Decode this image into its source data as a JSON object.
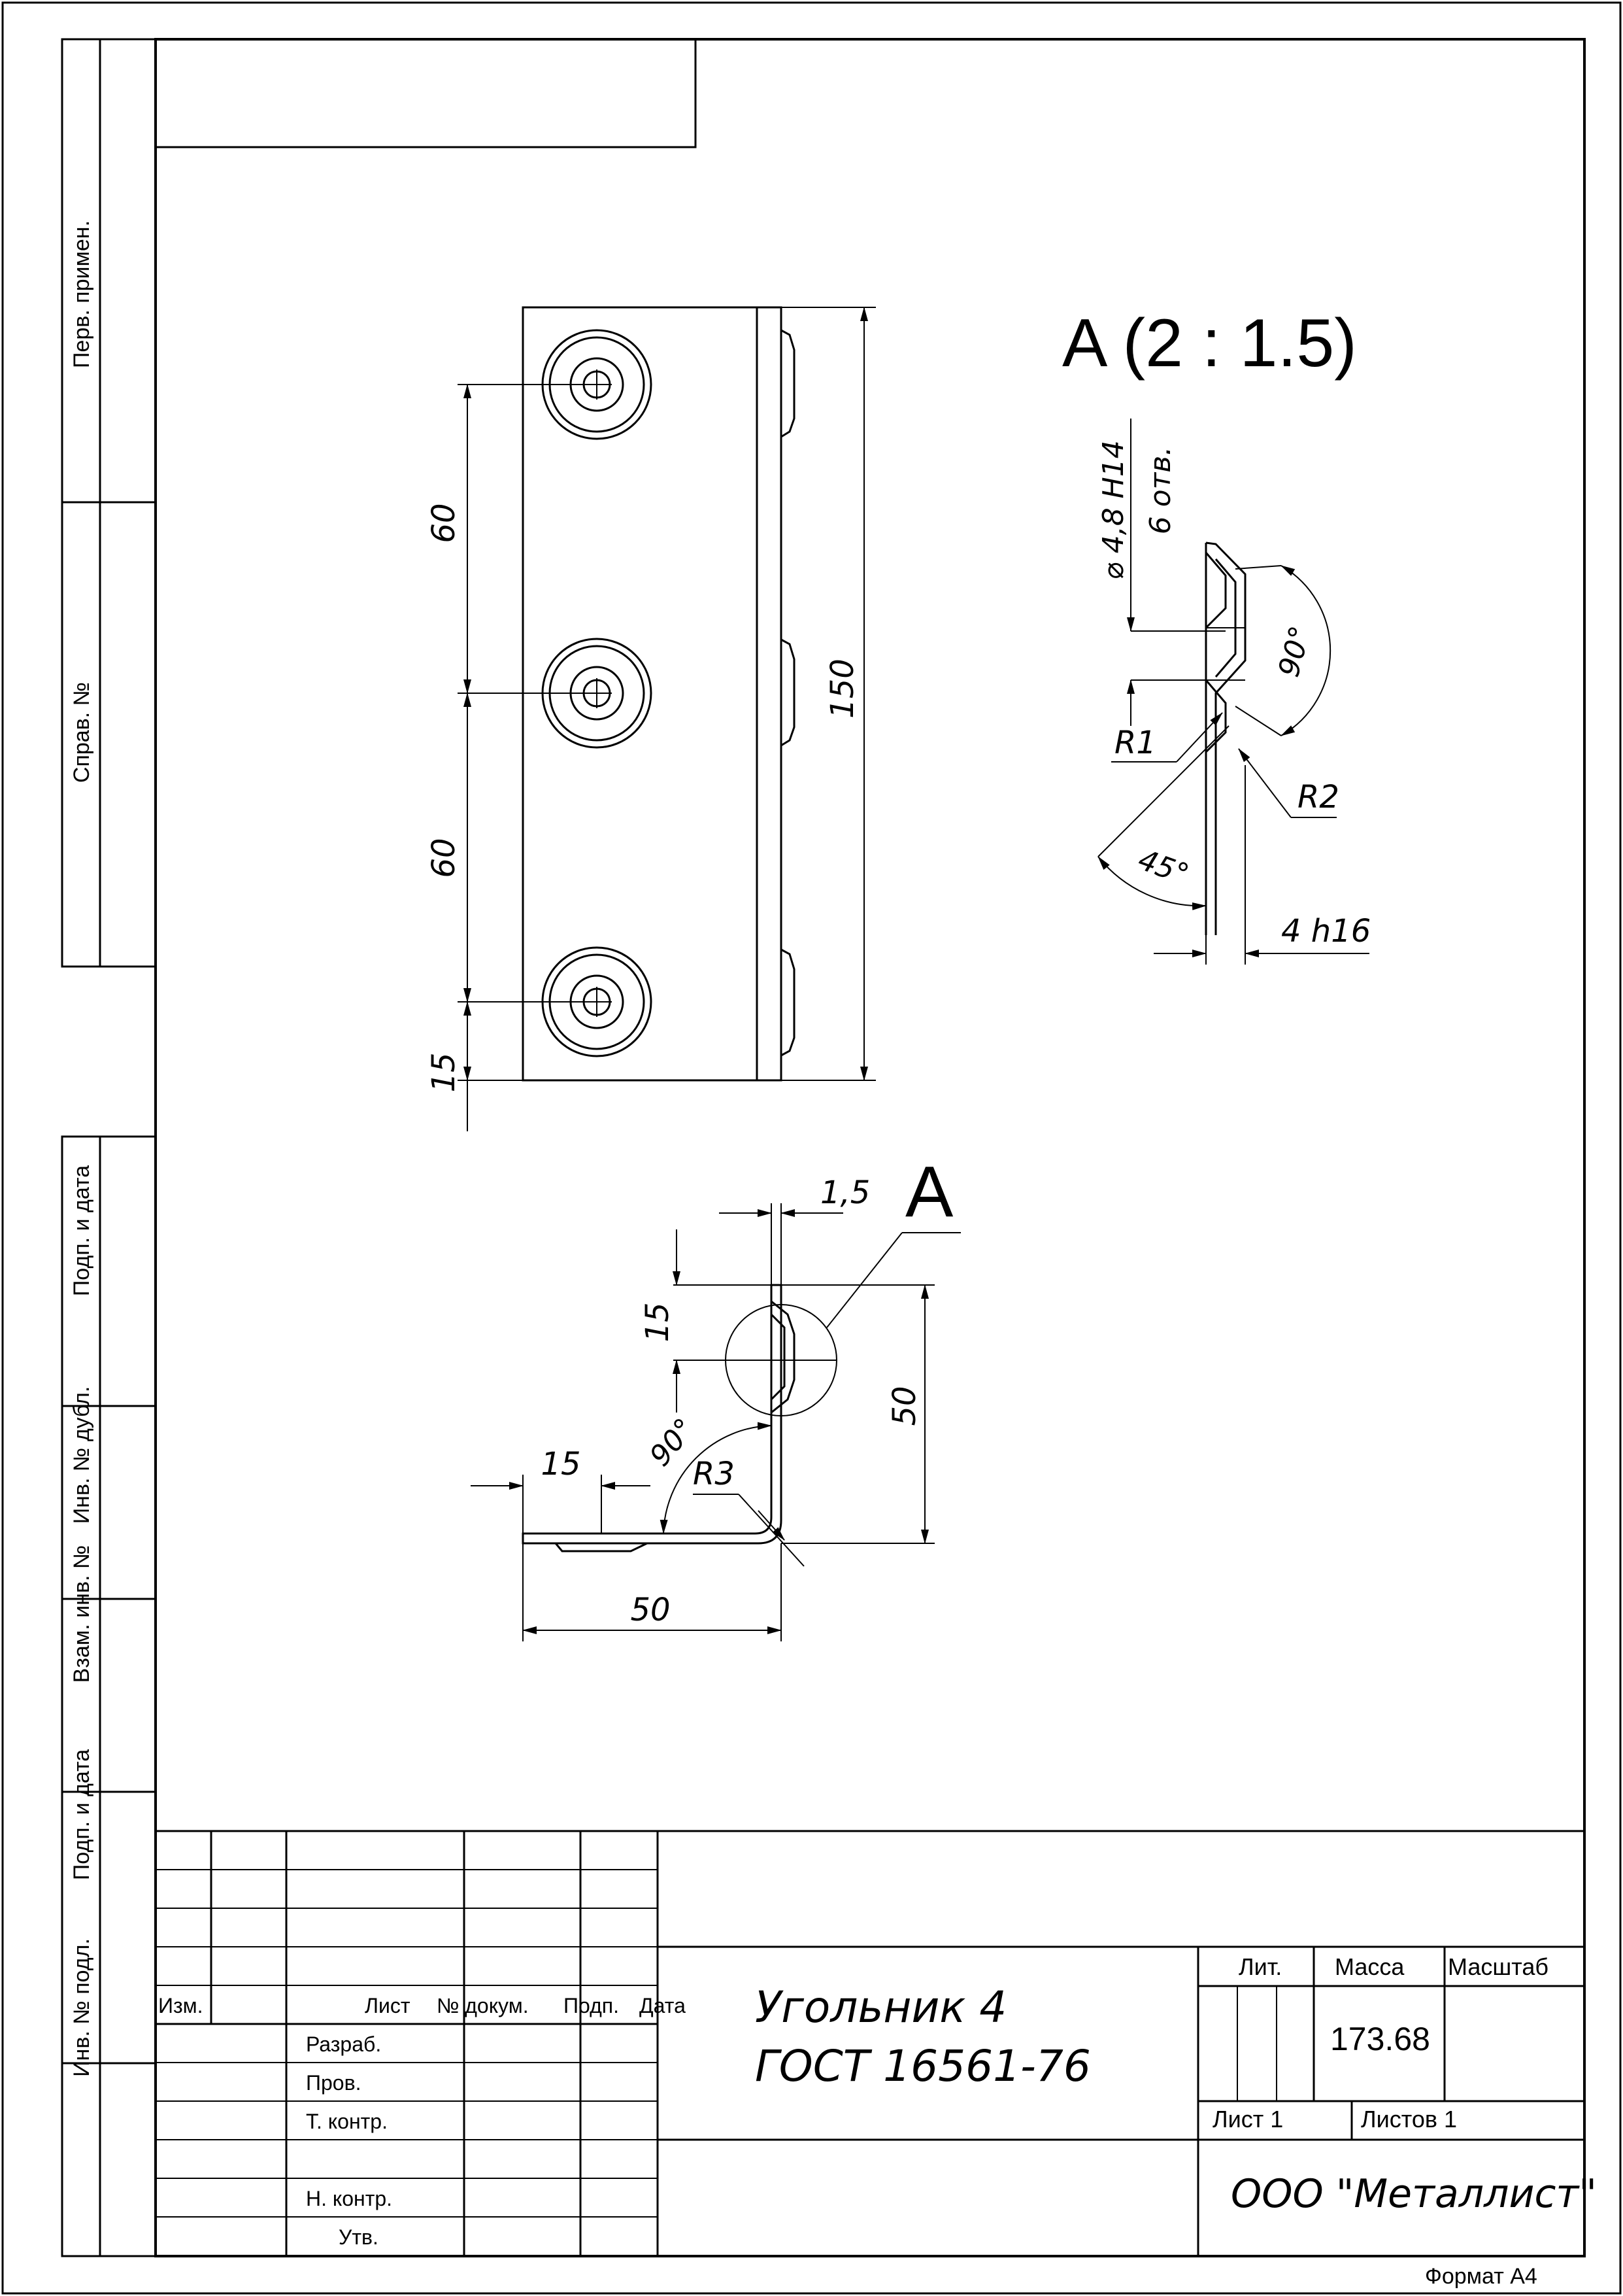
{
  "side_columns": {
    "perv_primen": "Перв. примен.",
    "sprav_no": "Справ. №",
    "podp_data_1": "Подп. и дата",
    "inv_no_dubl": "Инв. № дубл.",
    "vzam_inv_no": "Взам. инв. №",
    "podp_data_2": "Подп. и дата",
    "inv_no_podl": "Инв. № подл."
  },
  "view_a_title": "A (2 : 1.5)",
  "callout_a": "A",
  "dimensions": {
    "spacing_1": "60",
    "spacing_2": "60",
    "length": "150",
    "edge_offset": "15",
    "hole_dia": "⌀ 4,8 H14",
    "hole_count": "6 отв.",
    "angle_90_detail": "90°",
    "r1": "R1",
    "r2": "R2",
    "angle_45": "45°",
    "depth": "4 h16",
    "thickness": "1,5",
    "flange_15_vertical": "15",
    "height_50": "50",
    "angle_90_section": "90°",
    "flange_15_horizontal": "15",
    "r3": "R3",
    "width_50": "50"
  },
  "title_block": {
    "izm": "Изм.",
    "list": "Лист",
    "no_dokum": "№ докум.",
    "podp": "Подп.",
    "data": "Дата",
    "razrab": "Разраб.",
    "prov": "Пров.",
    "t_kontr": "Т. контр.",
    "n_kontr": "Н. контр.",
    "utv": "Утв.",
    "part_name": "Угольник 4",
    "standard": "ГОСТ 16561-76",
    "lit": "Лит.",
    "massa": "Масса",
    "masshtab": "Масштаб",
    "mass_value": "173.68",
    "sheet": "Лист 1",
    "sheets": "Листов 1",
    "company": "ООО \"Металлист\""
  },
  "format": "Формат А4"
}
